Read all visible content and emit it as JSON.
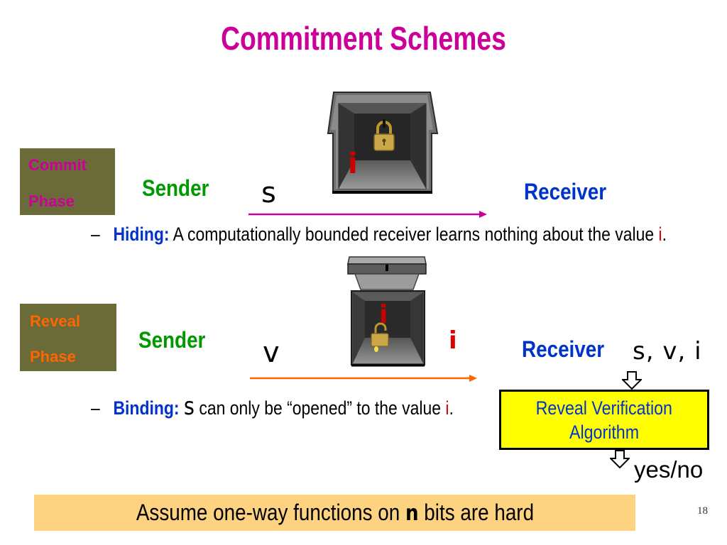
{
  "slide": {
    "title": "Commitment Schemes",
    "page_number": "18"
  },
  "colors": {
    "title": "#CC0099",
    "sender": "#009900",
    "receiver": "#0033CC",
    "commit_label": "#CC0099",
    "reveal_label": "#FF6600",
    "phase_box": "#6B6B39",
    "value_red": "#DD0000",
    "commit_arrow": "#CC0099",
    "reveal_arrow": "#FF6600",
    "verification_box": "#FFFF00",
    "banner": "#FDD280"
  },
  "icons": {
    "commit": "locked-chest-icon",
    "reveal": "open-chest-icon",
    "flow": "hollow-down-arrow-icon"
  },
  "commit_phase": {
    "label": [
      "Commit",
      "Phase"
    ],
    "sender": "Sender",
    "message": "s",
    "receiver": "Receiver",
    "box_value": "i"
  },
  "hiding": {
    "bullet": "–",
    "term": "Hiding:",
    "text": "A computationally bounded receiver learns nothing about the value",
    "value": "i",
    "end": "."
  },
  "reveal_phase": {
    "label": [
      "Reveal",
      "Phase"
    ],
    "sender": "Sender",
    "message": "v",
    "value": "i",
    "receiver": "Receiver",
    "receiver_inputs": "s, v, i",
    "box_value": "i"
  },
  "verification": {
    "title": [
      "Reveal Verification",
      "Algorithm"
    ],
    "output": "yes/no"
  },
  "binding": {
    "bullet": "–",
    "term": "Binding:",
    "commitment": "s",
    "text": "can only be “opened” to the value",
    "value": "i",
    "end": "."
  },
  "banner": {
    "before": "Assume one-way functions on",
    "variable": "n",
    "after": "bits are hard"
  }
}
